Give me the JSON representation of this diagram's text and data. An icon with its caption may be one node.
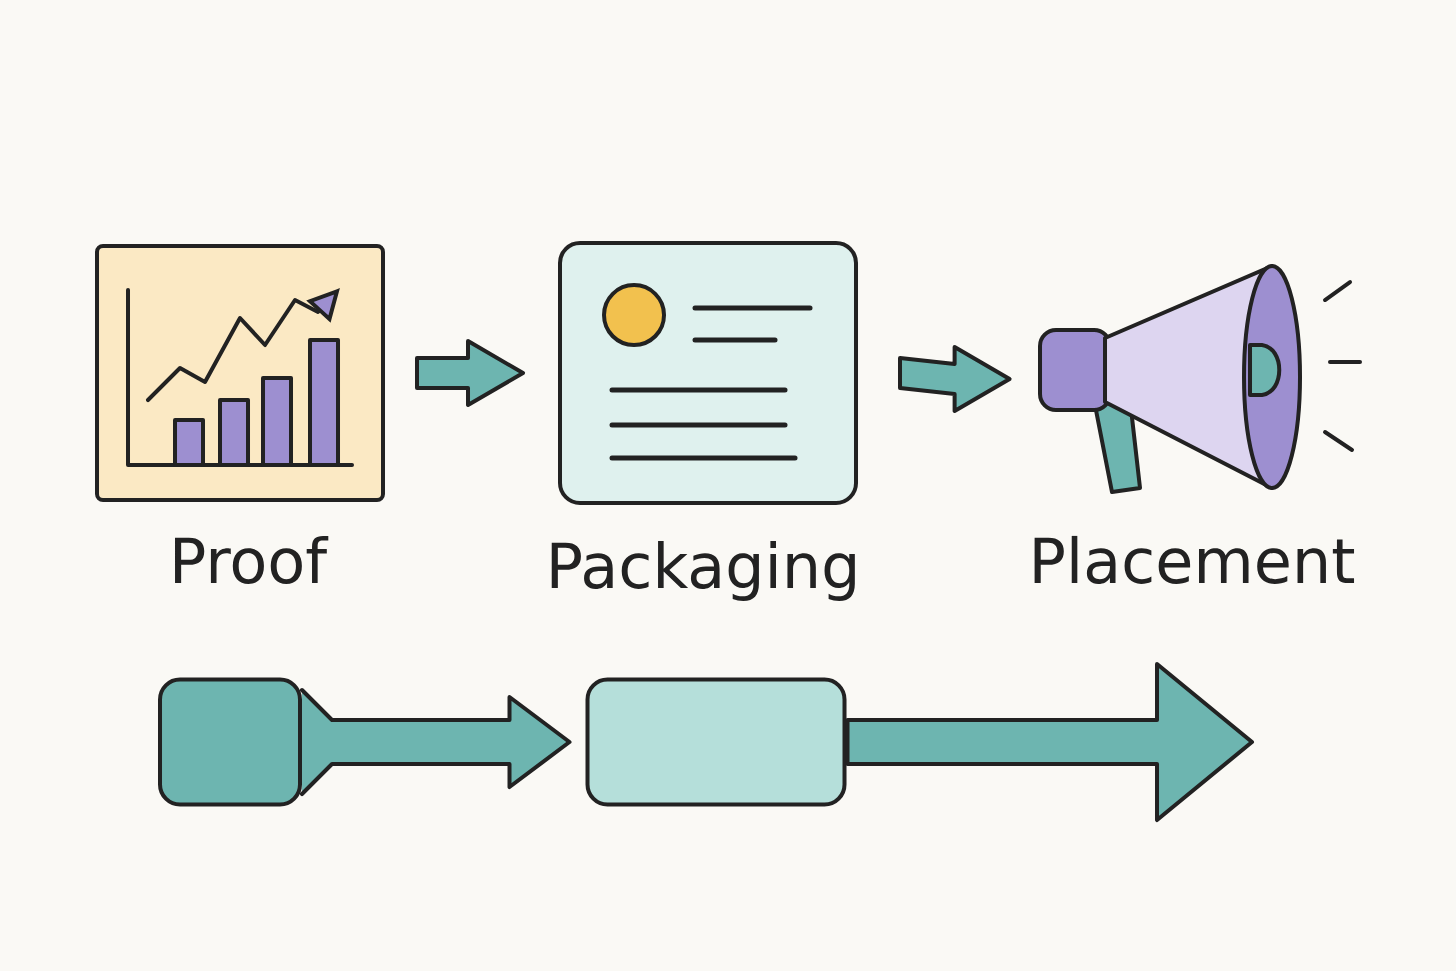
{
  "diagram": {
    "nodes": [
      {
        "text": [
          "Proof"
        ]
      },
      {
        "text": [
          "Packaging"
        ]
      },
      {
        "text": [
          "Placement"
        ]
      },
      {
        "text": [],
        "shape": "box"
      },
      {
        "text": [],
        "shape": "box"
      }
    ],
    "edges": [
      {
        "from": 0,
        "to": 1,
        "arrow": "to"
      },
      {
        "from": 1,
        "to": 2,
        "arrow": "to"
      },
      {
        "from": 3,
        "to": 4,
        "arrow": "to"
      },
      {
        "from": 4,
        "to": null,
        "arrow": "to"
      }
    ]
  }
}
